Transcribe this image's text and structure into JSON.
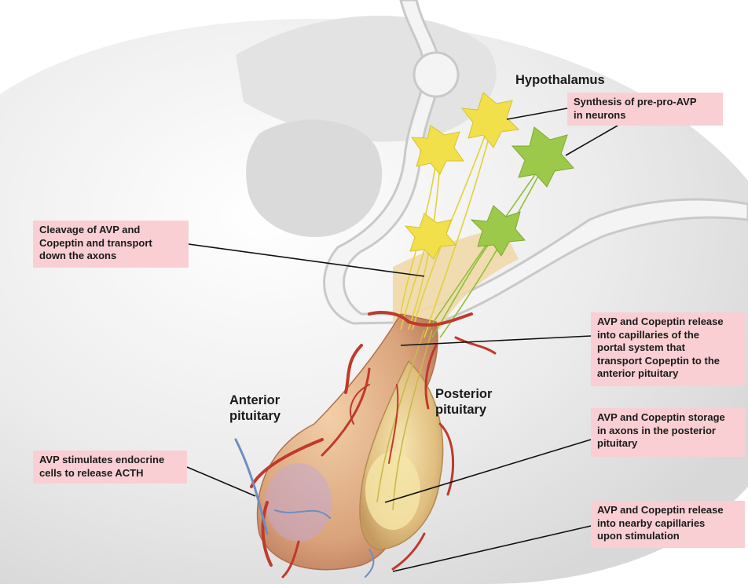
{
  "region_labels": {
    "hypothalamus": "Hypothalamus",
    "anterior_pituitary": "Anterior\npituitary",
    "posterior_pituitary": "Posterior\npituitary"
  },
  "callouts": {
    "synthesis": "Synthesis of pre-pro-AVP\nin neurons",
    "cleavage": "Cleavage of AVP and\nCopeptin and transport\ndown the axons",
    "portal_release": "AVP and Copeptin release\ninto capillaries of the\nportal system that\ntransport Copeptin to the\nanterior pituitary",
    "storage": "AVP and Copeptin storage\nin axons in the posterior\npituitary",
    "acth": "AVP stimulates endocrine\ncells to release ACTH",
    "nearby_release": "AVP and Copeptin release\ninto nearby capillaries\nupon stimulation"
  },
  "colors": {
    "callout_fill": "#f9cfd3",
    "yellow_neuron": "#f2e04a",
    "green_neuron": "#9cc94a",
    "vessel_red": "#c0392b",
    "gland_tan": "#d9a87a"
  }
}
